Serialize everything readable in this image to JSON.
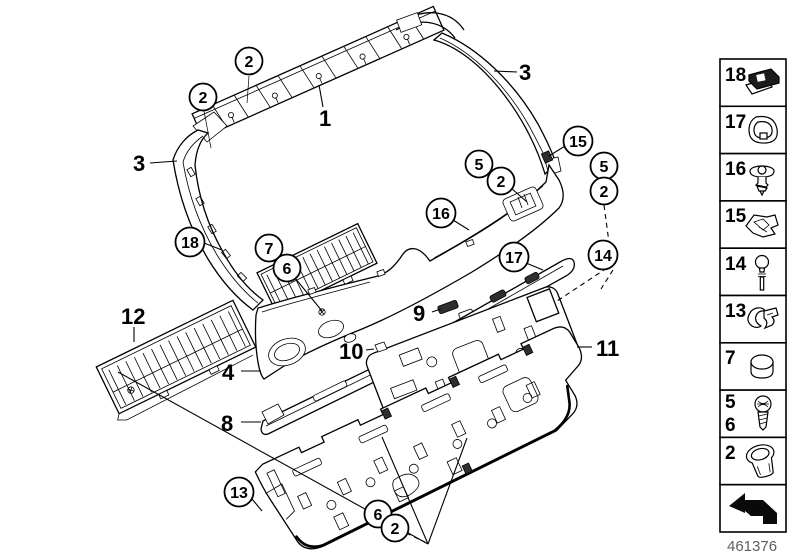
{
  "doc_number": "461376",
  "main_labels": {
    "l1": "1",
    "l3_left": "3",
    "l3_right": "3",
    "l4": "4",
    "l8": "8",
    "l9": "9",
    "l10": "10",
    "l11": "11",
    "l12": "12"
  },
  "callouts": {
    "c2a": "2",
    "c2b": "2",
    "c5a": "5",
    "c2c": "2",
    "c15": "15",
    "c5b": "5",
    "c2d": "2",
    "c16": "16",
    "c18": "18",
    "c7": "7",
    "c6a": "6",
    "c17": "17",
    "c14": "14",
    "c13": "13",
    "c6b": "6",
    "c2e": "2"
  },
  "sidebar": {
    "items": [
      {
        "ref": "18",
        "icon": "sheet-metal-clip"
      },
      {
        "ref": "17",
        "icon": "grommet-clip"
      },
      {
        "ref": "16",
        "icon": "expanding-rivet"
      },
      {
        "ref": "15",
        "icon": "spring-clip"
      },
      {
        "ref": "14",
        "icon": "ball-pin"
      },
      {
        "ref": "13",
        "icon": "clamp-clip"
      },
      {
        "ref": "7",
        "icon": "plug-cap"
      },
      {
        "ref": "5",
        "ref2": "6",
        "icon": "screw"
      },
      {
        "ref": "2",
        "icon": "oval-grommet"
      },
      {
        "icon": "continue-arrow"
      }
    ]
  }
}
